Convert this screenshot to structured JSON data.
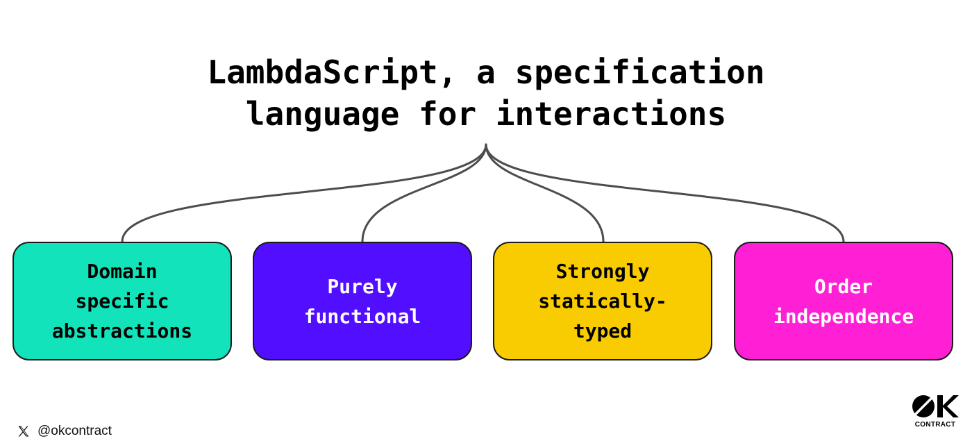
{
  "title": {
    "line1": "LambdaScript, a specification",
    "line2": "language for interactions"
  },
  "features": [
    {
      "lines": [
        "Domain",
        "specific",
        "abstractions"
      ],
      "bg": "#12E3BA",
      "fg": "#000000"
    },
    {
      "lines": [
        "Purely",
        "functional"
      ],
      "bg": "#520EFF",
      "fg": "#FFFFFF"
    },
    {
      "lines": [
        "Strongly",
        "statically-",
        "typed"
      ],
      "bg": "#F8CC00",
      "fg": "#000000"
    },
    {
      "lines": [
        "Order",
        "independence"
      ],
      "bg": "#FF1FD5",
      "fg": "#FFFFFF"
    }
  ],
  "footer": {
    "handle": "@okcontract",
    "brand_logo": "OK",
    "brand_word": "CONTRACT"
  },
  "icons": {
    "social": "x-logo-icon",
    "brand": "okcontract-logo-icon"
  }
}
